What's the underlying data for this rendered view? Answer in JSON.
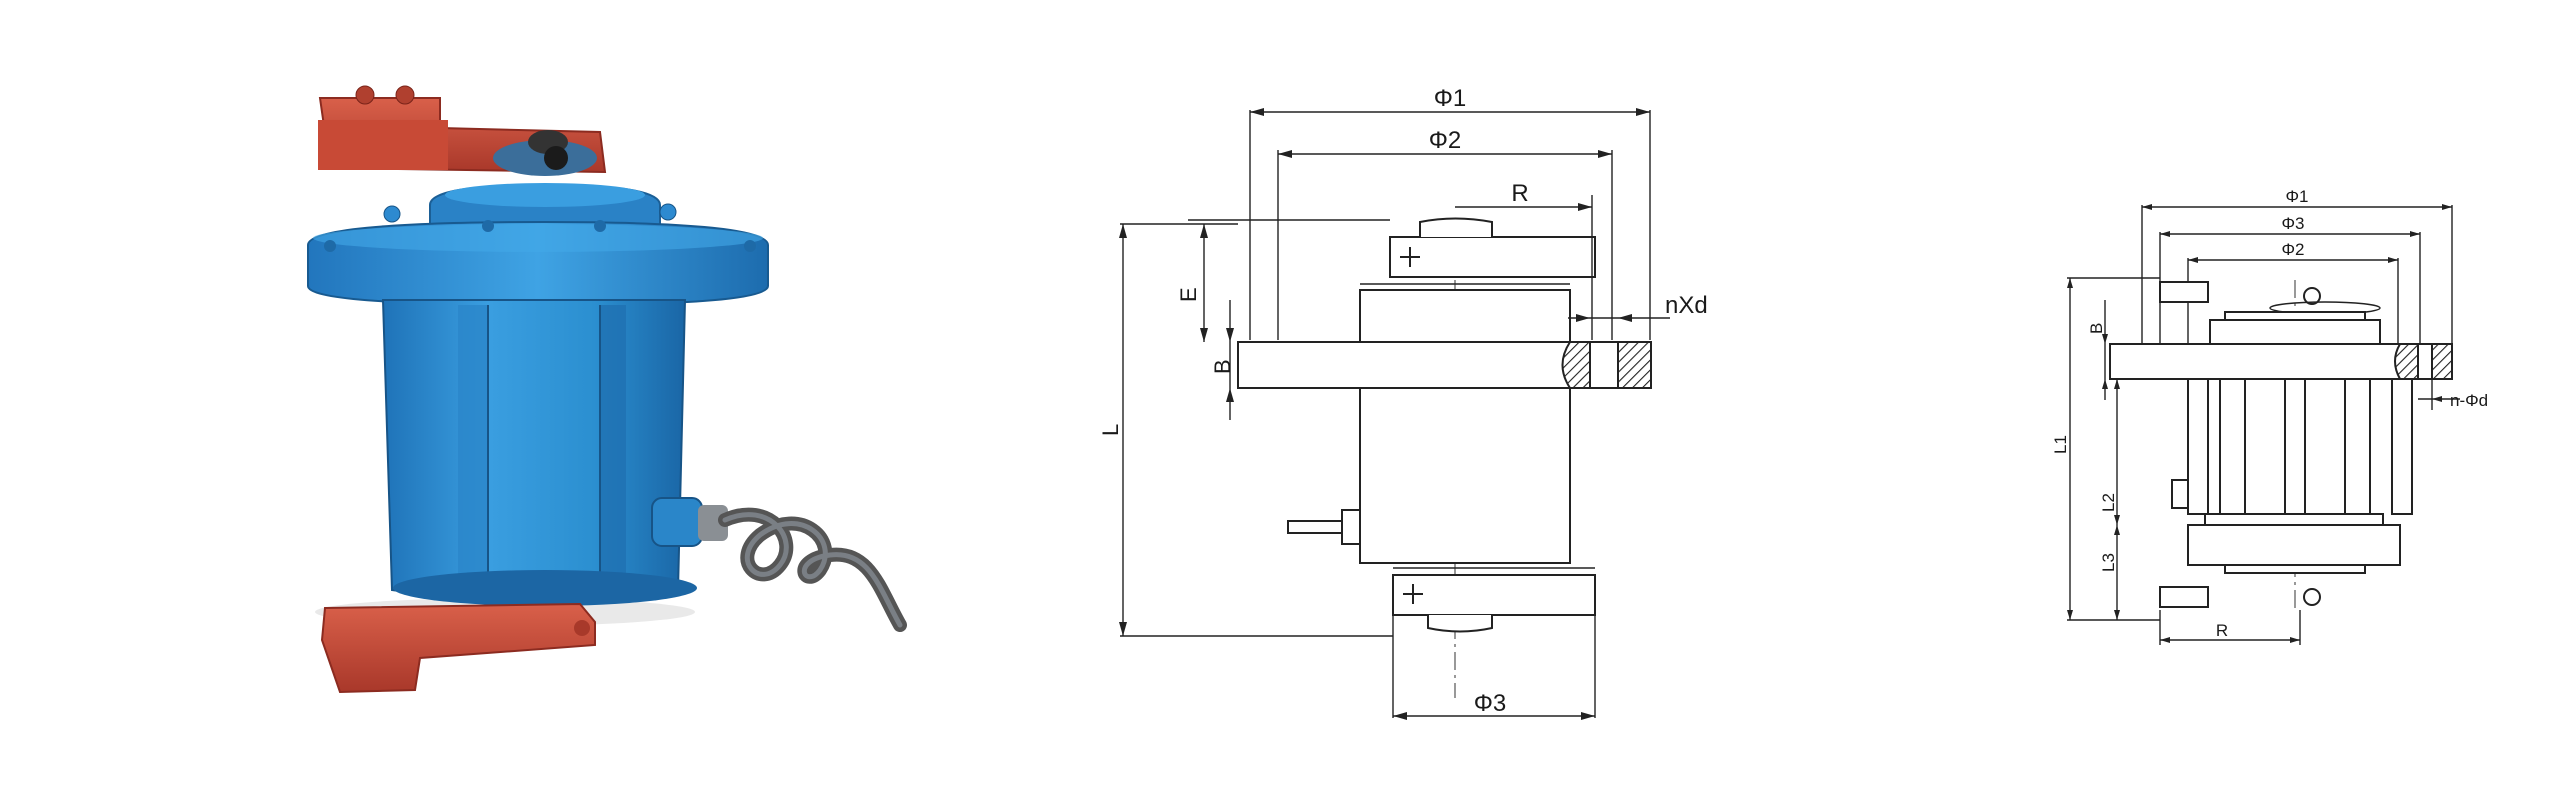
{
  "photo": {
    "subject": "vibration motor",
    "colors": {
      "motor_body": "#2b8fd0",
      "mounting_arms": "#c0442e",
      "cable": "#555555"
    }
  },
  "drawing_front": {
    "labels": {
      "phi1": "Φ1",
      "phi2": "Φ2",
      "phi3": "Φ3",
      "r": "R",
      "holes": "nXd",
      "e": "E",
      "b": "B",
      "l": "L"
    }
  },
  "drawing_side": {
    "labels": {
      "phi1": "Φ1",
      "phi3": "Φ3",
      "phi2": "Φ2",
      "holes": "n-Φd",
      "b": "B",
      "l1": "L1",
      "l2": "L2",
      "l3": "L3",
      "r": "R"
    }
  }
}
